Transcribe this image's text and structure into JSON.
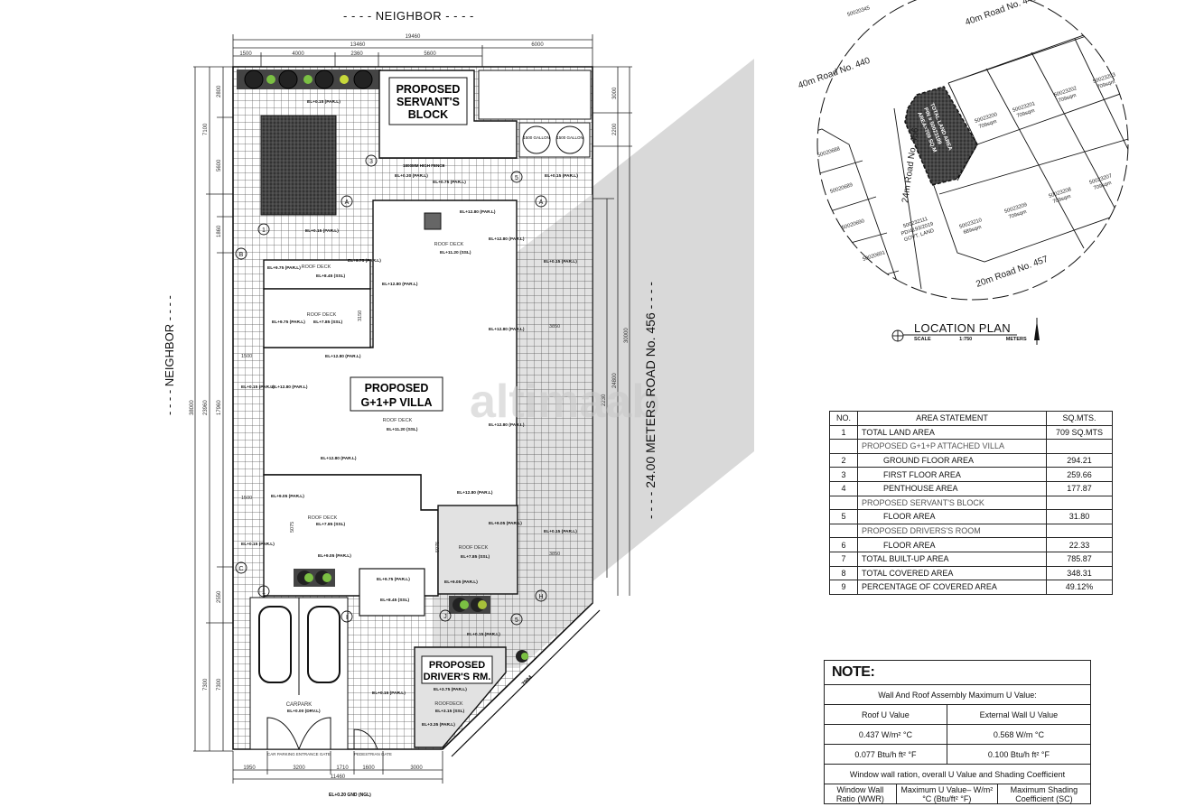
{
  "labels": {
    "neighbor_top": "- - - -  NEIGHBOR  - - - -",
    "neighbor_left": "- - - -  NEIGHBOR  - - - -",
    "road_right": "- - - -  24.00 METERS ROAD No. 456  - - - -",
    "servant_block": [
      "PROPOSED",
      "SERVANT'S",
      "BLOCK"
    ],
    "villa": [
      "PROPOSED",
      "G+1+P VILLA"
    ],
    "drivers_room": [
      "PROPOSED",
      "DRIVER'S RM."
    ],
    "fence_note": "1800MM HIGH FENCE",
    "gallon_1": "1500 GALLON",
    "gallon_2": "1500 GALLON",
    "roof_deck": "ROOF DECK",
    "roofdeck_driver": "ROOFDECK",
    "carpark": "CARPARK",
    "car_gate": "CAR PARKING ENTRANCE GATE",
    "ped_gate": "PEDESTRIAN GATE",
    "ground_level": "EL+0.20 GND (NGL)",
    "watermark": "altimaab"
  },
  "dimensions": {
    "top": [
      "19460",
      "13460",
      "6000",
      "1500",
      "4000",
      "2360",
      "5600"
    ],
    "left": [
      "2800",
      "7100",
      "5600",
      "1860",
      "38000",
      "23960",
      "17960",
      "2550",
      "7300",
      "7300"
    ],
    "right": [
      "3000",
      "2200",
      "30000",
      "24800",
      "2230"
    ],
    "bottom": [
      "1950",
      "3200",
      "1710",
      "1600",
      "3000",
      "11460"
    ],
    "diagonal": "7994",
    "inner": [
      "3150",
      "1500",
      "1500",
      "5075",
      "5075",
      "3850",
      "3850"
    ]
  },
  "grid_markers": [
    "A",
    "A",
    "B",
    "C",
    "H",
    "J",
    "1",
    "1",
    "3",
    "5",
    "5",
    "I",
    "I"
  ],
  "elevations": [
    "EL+0.15 (PAR.L)",
    "EL+0.30 (PAR.L)",
    "EL+0.75 (PAR.L)",
    "EL+0.15 (PAR.L)",
    "EL+12.80 (PAR.L)",
    "EL+11.20 (SSL)",
    "EL+9.75 (PAR.L)",
    "EL+8.45 (SSL)",
    "EL+7.85 (SSL)",
    "EL+9.05 (PAR.L)",
    "EL+3.75 (PAR.L)",
    "EL+3.15 (SSL)",
    "EL+3.35 (PAR.L)",
    "EL+0.00 (DRV.L)"
  ],
  "location_plan": {
    "title": "LOCATION PLAN",
    "scale_label": "SCALE",
    "scale": "1:750",
    "units": "METERS",
    "roads": [
      "40m Road No. 440",
      "40m Road No. 440",
      "24m Road No. 456",
      "20m Road No. 457"
    ],
    "plots": [
      {
        "id": "50020345",
        "area": ""
      },
      {
        "id": "50023200",
        "area": "709sqm"
      },
      {
        "id": "50023201",
        "area": "709sqm"
      },
      {
        "id": "50023202",
        "area": "709sqm"
      },
      {
        "id": "50023203",
        "area": "709sqm"
      },
      {
        "id": "50023207",
        "area": "709sqm"
      },
      {
        "id": "50023208",
        "area": "709sqm"
      },
      {
        "id": "50023209",
        "area": "709sqm"
      },
      {
        "id": "50023210",
        "area": "689sqm"
      },
      {
        "id": "50020688",
        "area": ""
      },
      {
        "id": "50020689",
        "area": ""
      },
      {
        "id": "50020690",
        "area": ""
      },
      {
        "id": "50020691",
        "area": ""
      }
    ],
    "govt_land": [
      "500232111",
      "PD/4193/2019",
      "GOVT. LAND"
    ],
    "subject_plot": [
      "TOTAL LAND AREA",
      "PIN # 50023199",
      "AREA=709 SQ.M"
    ]
  },
  "area_statement": {
    "headers": [
      "NO.",
      "AREA STATEMENT",
      "SQ.MTS."
    ],
    "rows": [
      {
        "no": "1",
        "desc": "TOTAL  LAND  AREA",
        "val": "709  SQ.MTS",
        "type": "row"
      },
      {
        "no": "",
        "desc": "PROPOSED   G+1+P   ATTACHED VILLA",
        "val": "",
        "type": "sub"
      },
      {
        "no": "2",
        "desc": "GROUND  FLOOR  AREA",
        "val": "294.21",
        "type": "ind"
      },
      {
        "no": "3",
        "desc": "FIRST  FLOOR  AREA",
        "val": "259.66",
        "type": "ind"
      },
      {
        "no": "4",
        "desc": "PENTHOUSE  AREA",
        "val": "177.87",
        "type": "ind"
      },
      {
        "no": "",
        "desc": "PROPOSED  SERVANT'S BLOCK",
        "val": "",
        "type": "sub"
      },
      {
        "no": "5",
        "desc": "FLOOR  AREA",
        "val": "31.80",
        "type": "ind"
      },
      {
        "no": "",
        "desc": "PROPOSED  DRIVERS'S ROOM",
        "val": "",
        "type": "sub"
      },
      {
        "no": "6",
        "desc": "FLOOR  AREA",
        "val": "22.33",
        "type": "ind"
      },
      {
        "no": "7",
        "desc": "TOTAL  BUILT-UP  AREA",
        "val": "785.87",
        "type": "row"
      },
      {
        "no": "8",
        "desc": "TOTAL  COVERED  AREA",
        "val": "348.31",
        "type": "row"
      },
      {
        "no": "9",
        "desc": "PERCENTAGE  OF  COVERED  AREA",
        "val": "49.12%",
        "type": "row"
      }
    ]
  },
  "note": {
    "title": "NOTE:",
    "subtitle": "Wall And Roof Assembly Maximum U Value:",
    "col_roof": "Roof U Value",
    "col_wall": "External Wall U Value",
    "roof_si": "0.437 W/m² °C",
    "wall_si": "0.568 W/m °C",
    "roof_ip": "0.077 Btu/h ft² °F",
    "wall_ip": "0.100 Btu/h ft² °F",
    "window_heading": "Window wall ration, overall U Value and Shading Coefficient",
    "window_cols": [
      "Window Wall Ratio (WWR)",
      "Maximum U Value– W/m² °C (Btu/ft² °F)",
      "Maximum Shading Coefficient (SC)"
    ]
  }
}
